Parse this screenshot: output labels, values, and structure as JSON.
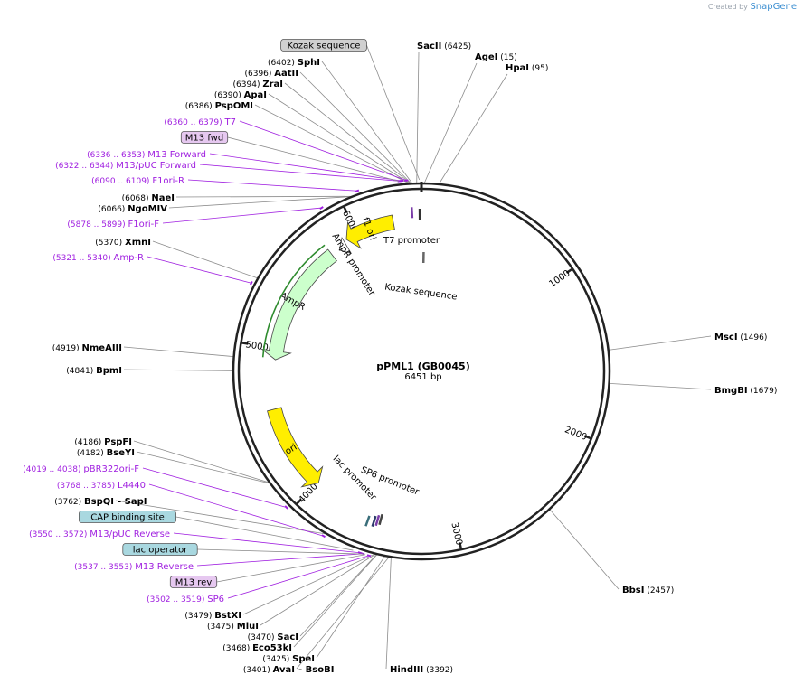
{
  "brand": {
    "created_by": "Created by",
    "name": "SnapGene"
  },
  "plasmid": {
    "name": "pPML1 (GB0045)",
    "length_label": "6451 bp",
    "length": 6451
  },
  "colors": {
    "enzyme_line": "#8c8c8c",
    "feature_purple": "#a020e0",
    "primer_fill": "#e6c8f0",
    "feature_label_fill": "#d0d0d0",
    "regulatory_fill": "#a9d8e0",
    "ori": "#ffee00",
    "ampr": "#ccffcc"
  },
  "ticks": [
    "1000",
    "2000",
    "3000",
    "4000",
    "5000",
    "6000"
  ],
  "enzymes": [
    {
      "pos": "(6425)",
      "name": "SacII",
      "site": 6425
    },
    {
      "pos": "(15)",
      "name": "AgeI",
      "site": 15
    },
    {
      "pos": "(95)",
      "name": "HpaI",
      "site": 95
    },
    {
      "pos": "(1496)",
      "name": "MscI",
      "site": 1496
    },
    {
      "pos": "(1679)",
      "name": "BmgBI",
      "site": 1679
    },
    {
      "pos": "(2457)",
      "name": "BbsI",
      "site": 2457
    },
    {
      "pos": "(3392)",
      "name": "HindIII",
      "site": 3392
    },
    {
      "pos": "(3401)",
      "name": "AvaI",
      "extra": "- BsoBI",
      "site": 3401
    },
    {
      "pos": "(3425)",
      "name": "SpeI",
      "site": 3425
    },
    {
      "pos": "(3468)",
      "name": "Eco53kI",
      "site": 3468
    },
    {
      "pos": "(3470)",
      "name": "SacI",
      "site": 3470
    },
    {
      "pos": "(3475)",
      "name": "MluI",
      "site": 3475
    },
    {
      "pos": "(3479)",
      "name": "BstXI",
      "site": 3479
    },
    {
      "pos": "(3762)",
      "name": "BspQI",
      "extra": "- SapI",
      "site": 3762
    },
    {
      "pos": "(4182)",
      "name": "BseYI",
      "site": 4182
    },
    {
      "pos": "(4186)",
      "name": "PspFI",
      "site": 4186
    },
    {
      "pos": "(4841)",
      "name": "BpmI",
      "site": 4841
    },
    {
      "pos": "(4919)",
      "name": "NmeAIII",
      "site": 4919
    },
    {
      "pos": "(5370)",
      "name": "XmnI",
      "site": 5370
    },
    {
      "pos": "(6066)",
      "name": "NgoMIV",
      "site": 6066
    },
    {
      "pos": "(6068)",
      "name": "NaeI",
      "site": 6068
    },
    {
      "pos": "(6386)",
      "name": "PspOMI",
      "site": 6386
    },
    {
      "pos": "(6390)",
      "name": "ApaI",
      "site": 6390
    },
    {
      "pos": "(6394)",
      "name": "ZraI",
      "site": 6394
    },
    {
      "pos": "(6396)",
      "name": "AatII",
      "site": 6396
    },
    {
      "pos": "(6402)",
      "name": "SphI",
      "site": 6402
    }
  ],
  "primers": [
    {
      "range": "(6360 .. 6379)",
      "name": "T7",
      "site": 6370
    },
    {
      "range": "(6336 .. 6353)",
      "name": "M13 Forward",
      "site": 6345
    },
    {
      "range": "(6322 .. 6344)",
      "name": "M13/pUC Forward",
      "site": 6333
    },
    {
      "range": "(6090 .. 6109)",
      "name": "F1ori-R",
      "site": 6100
    },
    {
      "range": "(5878 .. 5899)",
      "name": "F1ori-F",
      "site": 5888
    },
    {
      "range": "(5321 .. 5340)",
      "name": "Amp-R",
      "site": 5330
    },
    {
      "range": "(4019 .. 4038)",
      "name": "pBR322ori-F",
      "site": 4028
    },
    {
      "range": "(3768 .. 3785)",
      "name": "L4440",
      "site": 3776
    },
    {
      "range": "(3550 .. 3572)",
      "name": "M13/pUC Reverse",
      "site": 3561
    },
    {
      "range": "(3537 .. 3553)",
      "name": "M13 Reverse",
      "site": 3545
    },
    {
      "range": "(3502 .. 3519)",
      "name": "SP6",
      "site": 3510
    }
  ],
  "boxed_labels": [
    {
      "name": "Kozak sequence",
      "kind": "feature",
      "site": 6440
    },
    {
      "name": "M13 fwd",
      "kind": "primer",
      "site": 6330
    },
    {
      "name": "CAP binding site",
      "kind": "regulatory",
      "site": 3600
    },
    {
      "name": "lac operator",
      "kind": "regulatory",
      "site": 3540
    },
    {
      "name": "M13 rev",
      "kind": "primer",
      "site": 3530
    }
  ],
  "inner_features": [
    {
      "name": "f1 ori",
      "kind": "ori",
      "start": 5920,
      "end": 6260,
      "direction": "ccw"
    },
    {
      "name": "AmpR promoter",
      "kind": "promoter",
      "start": 5840,
      "end": 5900,
      "direction": "ccw"
    },
    {
      "name": "AmpR",
      "kind": "cds",
      "start": 4920,
      "end": 5780,
      "direction": "ccw"
    },
    {
      "name": "ori",
      "kind": "ori",
      "start": 3990,
      "end": 4580,
      "direction": "ccw"
    }
  ],
  "inner_labels": {
    "t7": "T7 promoter",
    "kozak": "Kozak sequence",
    "lac": "lac promoter",
    "sp6": "SP6 promoter"
  }
}
